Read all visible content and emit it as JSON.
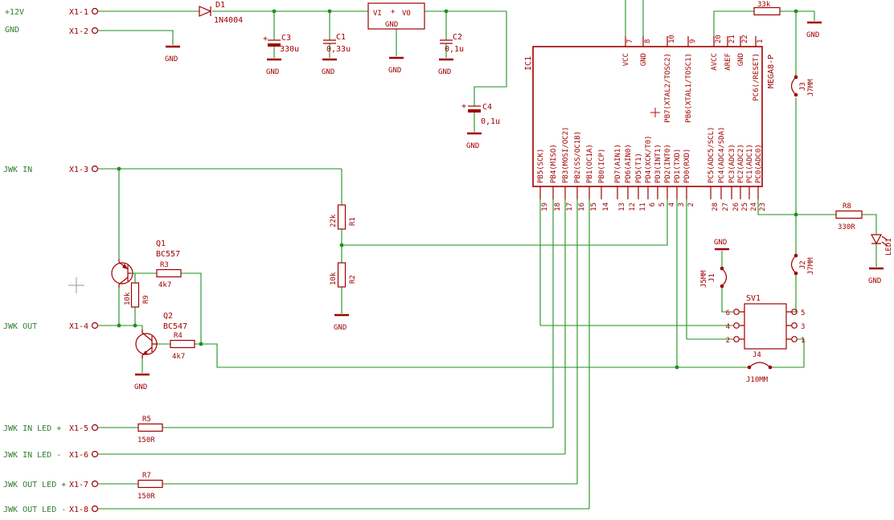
{
  "labels": {
    "gnd": "GND"
  },
  "nets": {
    "v12": "+12V",
    "gnd": "GND",
    "jwk_in": "JWK IN",
    "jwk_out": "JWK OUT",
    "jwk_in_led_p": "JWK IN LED +",
    "jwk_in_led_m": "JWK IN LED -",
    "jwk_out_led_p": "JWK OUT LED +",
    "jwk_out_led_m": "JWK OUT LED -"
  },
  "pins": {
    "x1": [
      "X1-1",
      "X1-2",
      "X1-3",
      "X1-4",
      "X1-5",
      "X1-6",
      "X1-7",
      "X1-8"
    ]
  },
  "components": {
    "d1": {
      "name": "D1",
      "value": "1N4004"
    },
    "regulator": {
      "in": "VI",
      "plus": "+",
      "out": "VO",
      "gnd": "GND"
    },
    "c1": {
      "name": "C1",
      "value": "0,33u"
    },
    "c2": {
      "name": "C2",
      "value": "0,1u"
    },
    "c3": {
      "name": "C3",
      "value": "330u",
      "polarity": "+"
    },
    "c4": {
      "name": "C4",
      "value": "0,1u",
      "polarity": "+"
    },
    "r1": {
      "name": "R1",
      "value": "22k"
    },
    "r2": {
      "name": "R2",
      "value": "10k"
    },
    "r3": {
      "name": "R3",
      "value": "4k7"
    },
    "r4": {
      "name": "R4",
      "value": "4k7"
    },
    "r5": {
      "name": "R5",
      "value": "150R"
    },
    "r7": {
      "name": "R7",
      "value": "150R"
    },
    "r8": {
      "name": "R8",
      "value": "330R"
    },
    "r9": {
      "name": "R9",
      "value": "10k"
    },
    "r_reset": {
      "value": "33k"
    },
    "q1": {
      "name": "Q1",
      "value": "BC557"
    },
    "q2": {
      "name": "Q2",
      "value": "BC547"
    },
    "led1": {
      "name": "LED1"
    },
    "j1": {
      "name": "J1",
      "value": "J5MM"
    },
    "j2": {
      "name": "J2",
      "value": "J7MM"
    },
    "j3": {
      "name": "J3",
      "value": "J7MM"
    },
    "j4": {
      "name": "J4",
      "value": "J10MM"
    },
    "sv1": {
      "name": "SV1",
      "left_pin_numbers": [
        "6",
        "4",
        "2"
      ],
      "right_pin_numbers": [
        "5",
        "3",
        "1"
      ]
    }
  },
  "ic1": {
    "name": "IC1",
    "part": "MEGA8-P",
    "top_pins": [
      {
        "num": "7",
        "label": "VCC"
      },
      {
        "num": "8",
        "label": "GND"
      },
      {
        "num": "10",
        "label": "PB7(XTAL2/TOSC2)"
      },
      {
        "num": "9",
        "label": "PB6(XTAL1/TOSC1)"
      },
      {
        "num": "20",
        "label": "AVCC"
      },
      {
        "num": "21",
        "label": "AREF"
      },
      {
        "num": "22",
        "label": "GND"
      },
      {
        "num": "1",
        "label": "PC6(/RESET)"
      }
    ],
    "bottom_pins": [
      {
        "num": "19",
        "label": "PB5(SCK)"
      },
      {
        "num": "18",
        "label": "PB4(MISO)"
      },
      {
        "num": "17",
        "label": "PB3(MOSI/OC2)"
      },
      {
        "num": "16",
        "label": "PB2(SS/OC1B)"
      },
      {
        "num": "15",
        "label": "PB1(OC1A)"
      },
      {
        "num": "14",
        "label": "PB0(ICP)"
      },
      {
        "num": "13",
        "label": "PD7(AIN1)"
      },
      {
        "num": "12",
        "label": "PD6(AIN0)"
      },
      {
        "num": "11",
        "label": "PD5(T1)"
      },
      {
        "num": "6",
        "label": "PD4(XCK/T0)"
      },
      {
        "num": "5",
        "label": "PD3(INT1)"
      },
      {
        "num": "4",
        "label": "PD2(INT0)"
      },
      {
        "num": "3",
        "label": "PD1(TXD)"
      },
      {
        "num": "2",
        "label": "PD0(RXD)"
      }
    ],
    "bottom_pins_pc": [
      {
        "num": "28",
        "label": "PC5(ADC5/SCL)"
      },
      {
        "num": "27",
        "label": "PC4(ADC4/SDA)"
      },
      {
        "num": "26",
        "label": "PC3(ADC3)"
      },
      {
        "num": "25",
        "label": "PC2(ADC2)"
      },
      {
        "num": "24",
        "label": "PC1(ADC1)"
      },
      {
        "num": "23",
        "label": "PC0(ADC0)"
      }
    ]
  }
}
